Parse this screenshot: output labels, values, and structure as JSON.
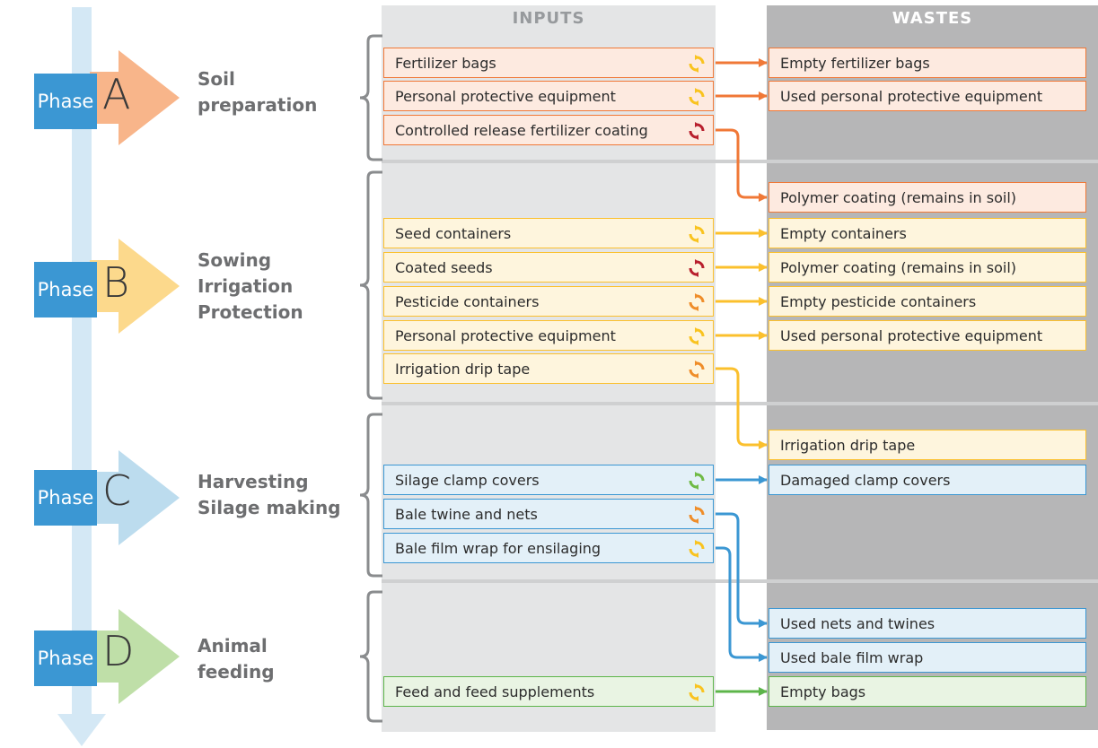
{
  "columns": {
    "inputs": "INPUTS",
    "wastes": "WASTES"
  },
  "phase_word": "Phase",
  "colors": {
    "orange": "#f07837",
    "yellow": "#fbc02d",
    "blue": "#3b97d3",
    "green": "#5db54a",
    "orange_fill": "#fdeae0",
    "yellow_fill": "#fef5dd",
    "blue_fill": "#e3f0f8",
    "green_fill": "#e9f4e3",
    "recycle_yellow": "#f9c31f",
    "recycle_orange": "#ef8d29",
    "recycle_red": "#b81f2d",
    "recycle_green": "#6fba45"
  },
  "phases": [
    {
      "letter": "A",
      "title_lines": [
        "Soil",
        "preparation"
      ],
      "arrow_color": "#f8b58a"
    },
    {
      "letter": "B",
      "title_lines": [
        "Sowing",
        "Irrigation",
        "Protection"
      ],
      "arrow_color": "#fcd98c"
    },
    {
      "letter": "C",
      "title_lines": [
        "Harvesting",
        "Silage making"
      ],
      "arrow_color": "#bcdcee"
    },
    {
      "letter": "D",
      "title_lines": [
        "Animal",
        "feeding"
      ],
      "arrow_color": "#bfdfa8"
    }
  ],
  "inputs": [
    {
      "label": "Fertilizer bags",
      "recycle": "yellow"
    },
    {
      "label": "Personal protective equipment",
      "recycle": "yellow"
    },
    {
      "label": "Controlled release fertilizer coating",
      "recycle": "red"
    },
    {
      "label": "Seed containers",
      "recycle": "yellow"
    },
    {
      "label": "Coated seeds",
      "recycle": "red"
    },
    {
      "label": "Pesticide containers",
      "recycle": "orange"
    },
    {
      "label": "Personal protective equipment",
      "recycle": "yellow"
    },
    {
      "label": "Irrigation drip tape",
      "recycle": "orange"
    },
    {
      "label": "Silage clamp covers",
      "recycle": "green"
    },
    {
      "label": "Bale twine and nets",
      "recycle": "orange"
    },
    {
      "label": "Bale film wrap for ensilaging",
      "recycle": "yellow"
    },
    {
      "label": "Feed and feed supplements",
      "recycle": "yellow"
    }
  ],
  "wastes": [
    {
      "label": "Empty fertilizer bags"
    },
    {
      "label": "Used personal protective equipment"
    },
    {
      "label": "Polymer coating (remains in soil)"
    },
    {
      "label": "Empty containers"
    },
    {
      "label": "Polymer coating (remains in soil)"
    },
    {
      "label": "Empty pesticide containers"
    },
    {
      "label": "Used personal protective equipment"
    },
    {
      "label": "Irrigation drip tape"
    },
    {
      "label": "Damaged clamp covers"
    },
    {
      "label": "Used nets and twines"
    },
    {
      "label": "Used bale film wrap"
    },
    {
      "label": "Empty bags"
    }
  ]
}
